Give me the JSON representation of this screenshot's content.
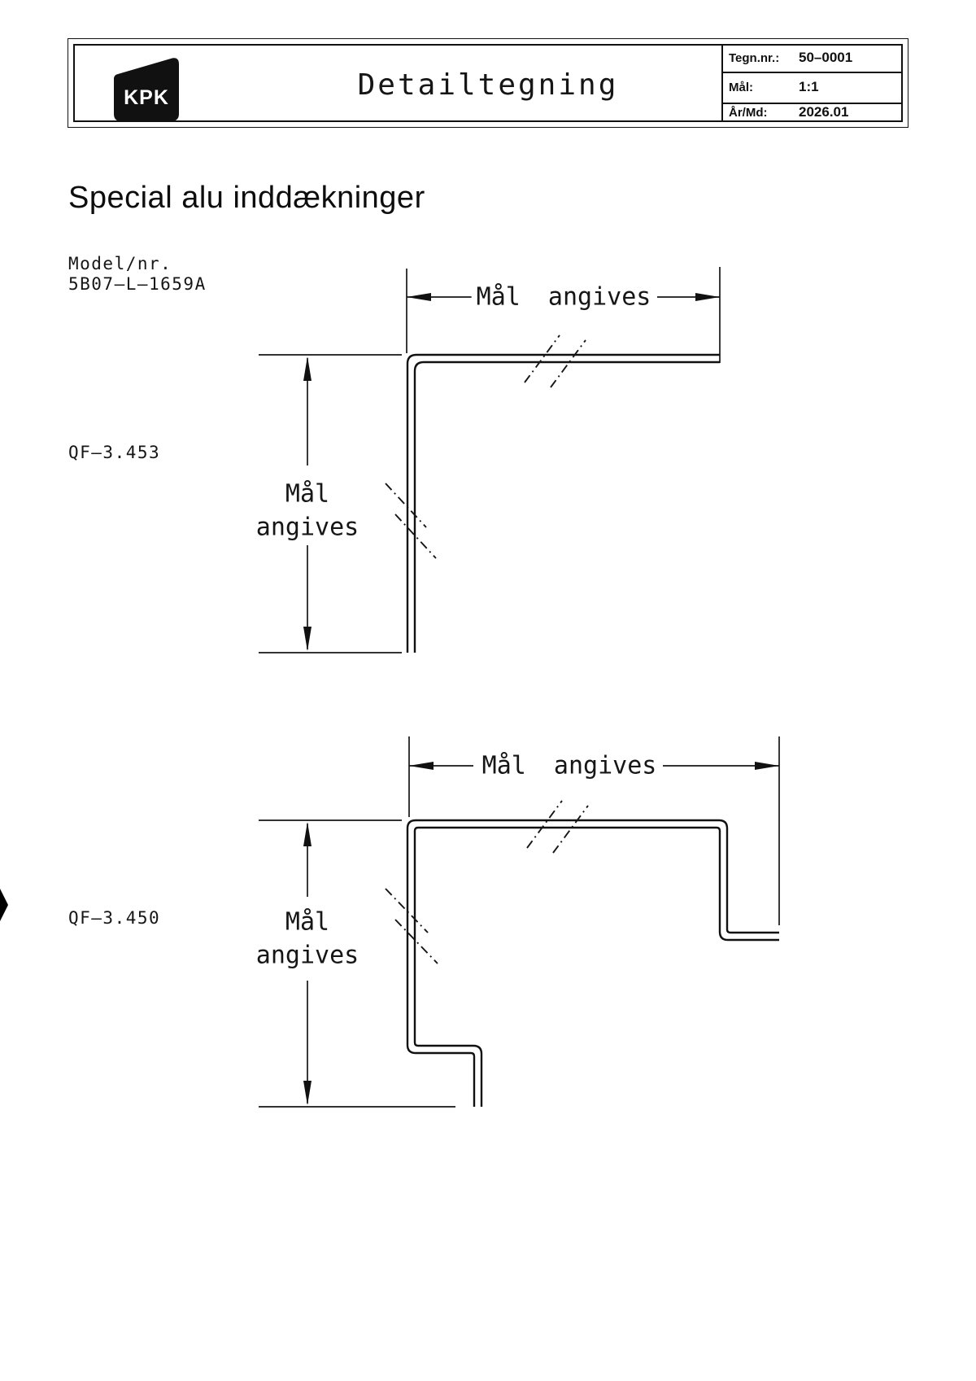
{
  "colors": {
    "ink": "#111111",
    "paper": "#ffffff",
    "logo": "#111111",
    "logo_text": "#ffffff"
  },
  "header": {
    "logo_text": "KPK",
    "title": "Detailtegning",
    "fields": [
      {
        "label": "Tegn.nr.:",
        "value": "50–0001"
      },
      {
        "label": "Mål:",
        "value": "1:1"
      },
      {
        "label": "År/Md:",
        "value": "2026.01"
      }
    ]
  },
  "content": {
    "heading": "Special alu inddækninger",
    "model_label": "Model/nr.",
    "model_number": "5B07–L–1659A"
  },
  "drawings": [
    {
      "code": "QF–3.453",
      "width_dim_label": "Mål angives",
      "height_dim_line1": "Mål",
      "height_dim_line2": "angives"
    },
    {
      "code": "QF–3.450",
      "width_dim_label": "Mål angives",
      "height_dim_line1": "Mål",
      "height_dim_line2": "angives"
    }
  ]
}
